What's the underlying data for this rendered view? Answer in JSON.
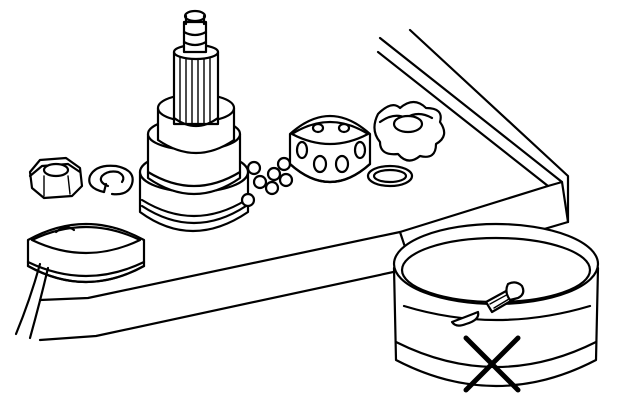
{
  "figure": {
    "line_color": "#000000",
    "background": "#ffffff",
    "parts": [
      {
        "id": "tray",
        "icon": "tray-icon"
      },
      {
        "id": "shaft",
        "icon": "splined-shaft-icon"
      },
      {
        "id": "hex-nut",
        "icon": "hex-nut-icon"
      },
      {
        "id": "split-washer",
        "icon": "lock-washer-icon"
      },
      {
        "id": "snap-ring",
        "icon": "snap-ring-icon"
      },
      {
        "id": "loose-balls",
        "icon": "ball-bearing-icon"
      },
      {
        "id": "ball-cage",
        "icon": "bearing-cage-icon"
      },
      {
        "id": "small-ring",
        "icon": "o-ring-icon"
      },
      {
        "id": "star-knob",
        "icon": "star-knob-icon"
      },
      {
        "id": "bowl",
        "icon": "bowl-icon"
      },
      {
        "id": "bolt",
        "icon": "bolt-icon"
      },
      {
        "id": "cross-mark",
        "icon": "x-mark-icon"
      }
    ]
  }
}
